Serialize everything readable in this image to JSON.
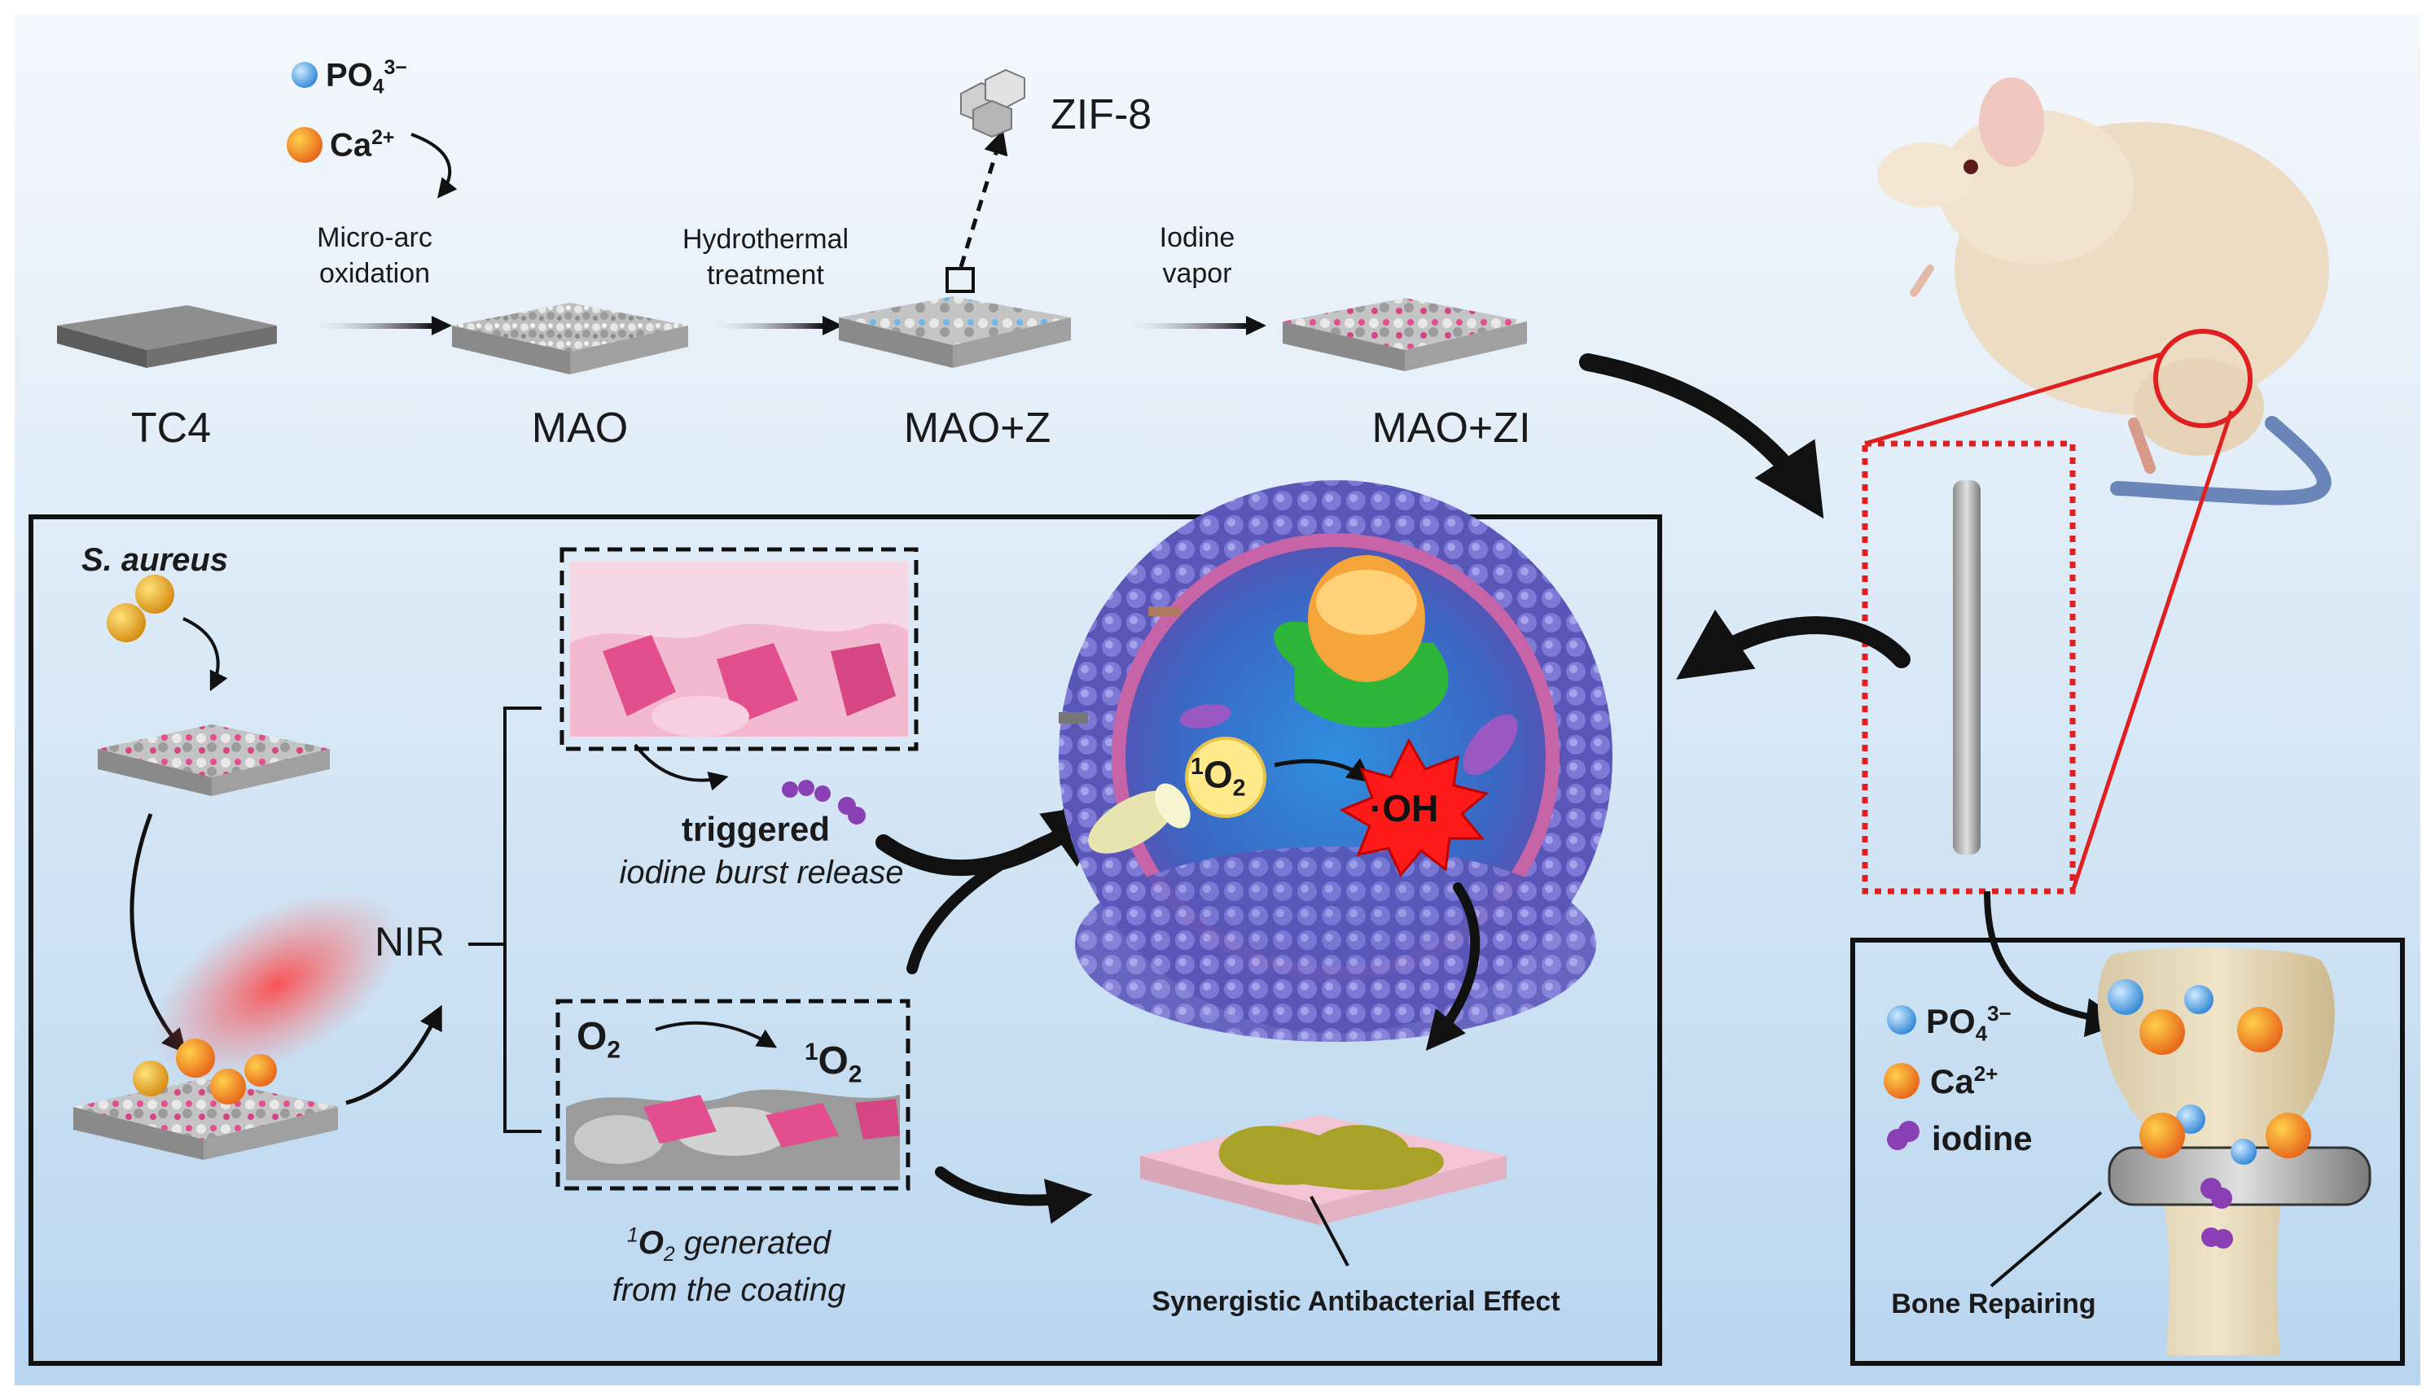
{
  "top": {
    "ion_po4": {
      "base": "PO",
      "sub": "4",
      "sup": "3−"
    },
    "ion_ca": {
      "base": "Ca",
      "sup": "2+"
    },
    "zif8": "ZIF-8",
    "step1_label": [
      "Micro-arc",
      "oxidation"
    ],
    "step2_label": [
      "Hydrothermal",
      "treatment"
    ],
    "step3_label": [
      "Iodine",
      "vapor"
    ],
    "stages": [
      "TC4",
      "MAO",
      "MAO+Z",
      "MAO+ZI"
    ]
  },
  "mechanism": {
    "bacteria": "S. aureus",
    "nir": "NIR",
    "triggered": "triggered",
    "release": "iodine burst release",
    "o2": {
      "base": "O",
      "sub": "2"
    },
    "singlet_o2": {
      "sup": "1",
      "base": "O",
      "sub": "2"
    },
    "generated": [
      "generated",
      "from the coating"
    ],
    "oh_radical": "·OH",
    "synergy": "Synergistic Antibacterial Effect"
  },
  "bone": {
    "legend": [
      {
        "base": "PO",
        "sub": "4",
        "sup": "3−",
        "color": "#4aa3e8"
      },
      {
        "base": "Ca",
        "sup": "2+",
        "color": "#f08a1c"
      },
      {
        "base": "iodine",
        "color": "#8a3fb5"
      }
    ],
    "caption": "Bone Repairing"
  },
  "colors": {
    "background_top": "#f4f8fc",
    "background_bottom": "#b9d6ef",
    "pink": "#e34f8e",
    "red_frame": "#e02020",
    "membrane": "#6b66c2"
  }
}
